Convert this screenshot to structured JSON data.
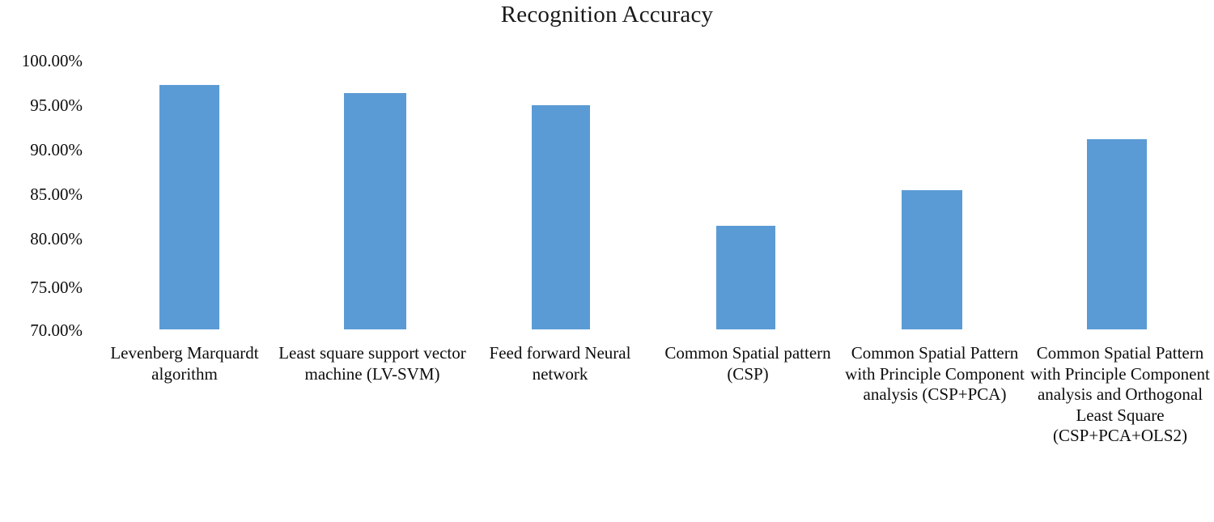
{
  "chart_data": {
    "type": "bar",
    "title": "Recognition Accuracy",
    "xlabel": "",
    "ylabel": "",
    "ylim": [
      70,
      100
    ],
    "ytick_step": 5,
    "grid": false,
    "legend": "none",
    "bar_color": "#5B9BD5",
    "value_format": "percent",
    "categories": [
      "Levenberg Marquardt algorithm",
      "Least square support vector machine (LV-SVM)",
      "Feed forward Neural network",
      "Common Spatial pattern (CSP)",
      "Common Spatial Pattern with Principle Component analysis (CSP+PCA)",
      "Common Spatial Pattern with Principle Component analysis and Orthogonal Least Square (CSP+PCA+OLS2)"
    ],
    "values": [
      97.4,
      96.5,
      95.1,
      81.6,
      85.6,
      91.3
    ],
    "tick_labels": [
      "100.00%",
      "95.00%",
      "90.00%",
      "85.00%",
      "80.00%",
      "75.00%",
      "70.00%"
    ],
    "tick_values": [
      100,
      95,
      90,
      85,
      80,
      75,
      70
    ]
  },
  "axis": {
    "y_labels": [
      "100.00%",
      "95.00%",
      "90.00%",
      "85.00%",
      "80.00%",
      "75.00%",
      "70.00%"
    ]
  },
  "categories": {
    "c0": "Levenberg Marquardt algorithm",
    "c1": "Least square support vector machine (LV-SVM)",
    "c2": "Feed forward Neural network",
    "c3": "Common Spatial pattern (CSP)",
    "c4": "Common Spatial Pattern with Principle Component analysis (CSP+PCA)",
    "c5": "Common Spatial Pattern with Principle Component analysis and Orthogonal Least Square (CSP+PCA+OLS2)"
  }
}
